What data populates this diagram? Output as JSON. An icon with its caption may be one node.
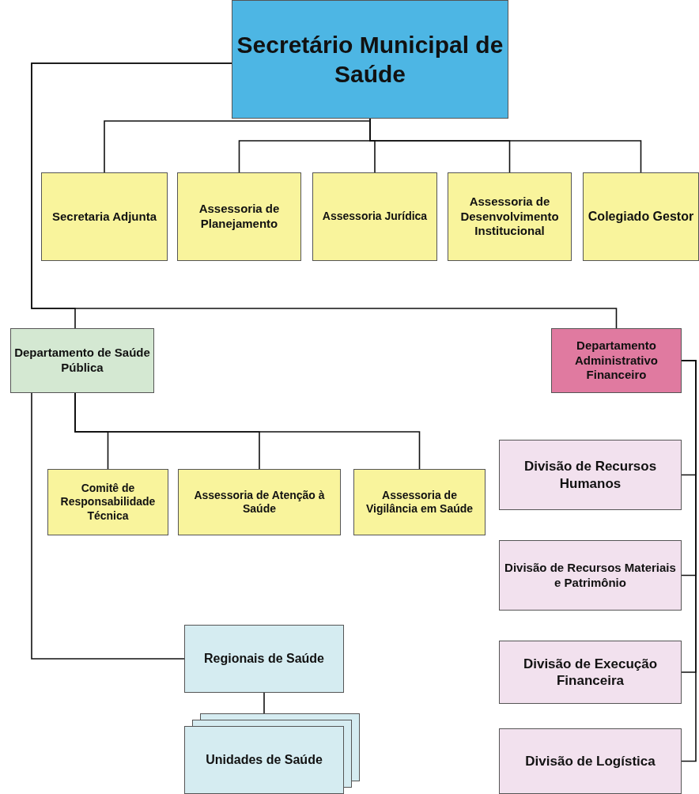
{
  "diagram": {
    "nodes": [
      {
        "text": [
          "Secretário Municipal de Saúde"
        ]
      },
      {
        "text": [
          "Secretaria Adjunta"
        ]
      },
      {
        "text": [
          "Assessoria de Planejamento"
        ]
      },
      {
        "text": [
          "Assessoria Jurídica"
        ]
      },
      {
        "text": [
          "Assessoria de Desenvolvimento Institucional"
        ]
      },
      {
        "text": [
          "Colegiado Gestor"
        ]
      },
      {
        "text": [
          "Departamento de Saúde Pública"
        ]
      },
      {
        "text": [
          "Departamento Administrativo Financeiro"
        ]
      },
      {
        "text": [
          "Comitê de Responsabilidade Técnica"
        ]
      },
      {
        "text": [
          "Assessoria de Atenção à Saúde"
        ]
      },
      {
        "text": [
          "Assessoria de Vigilância em Saúde"
        ]
      },
      {
        "text": [
          "Divisão de Recursos Humanos"
        ]
      },
      {
        "text": [
          "Divisão de Recursos Materiais e Patrimônio"
        ]
      },
      {
        "text": [
          "Divisão de Execução Financeira"
        ]
      },
      {
        "text": [
          "Divisão de Logística"
        ]
      },
      {
        "text": [
          "Regionais de Saúde"
        ]
      },
      {
        "text": [
          "Unidades de Saúde"
        ]
      }
    ],
    "edges": [
      {
        "from": 0,
        "to": 1,
        "arrow": "none"
      },
      {
        "from": 0,
        "to": 2,
        "arrow": "none"
      },
      {
        "from": 0,
        "to": 3,
        "arrow": "none"
      },
      {
        "from": 0,
        "to": 4,
        "arrow": "none"
      },
      {
        "from": 0,
        "to": 5,
        "arrow": "none"
      },
      {
        "from": 0,
        "to": 6,
        "arrow": "none"
      },
      {
        "from": 0,
        "to": 7,
        "arrow": "none"
      },
      {
        "from": 6,
        "to": 8,
        "arrow": "none"
      },
      {
        "from": 6,
        "to": 9,
        "arrow": "none"
      },
      {
        "from": 6,
        "to": 10,
        "arrow": "none"
      },
      {
        "from": 7,
        "to": 11,
        "arrow": "none"
      },
      {
        "from": 7,
        "to": 12,
        "arrow": "none"
      },
      {
        "from": 7,
        "to": 13,
        "arrow": "none"
      },
      {
        "from": 7,
        "to": 14,
        "arrow": "none"
      },
      {
        "from": 6,
        "to": 15,
        "arrow": "none"
      },
      {
        "from": 15,
        "to": 16,
        "arrow": "none"
      }
    ]
  }
}
